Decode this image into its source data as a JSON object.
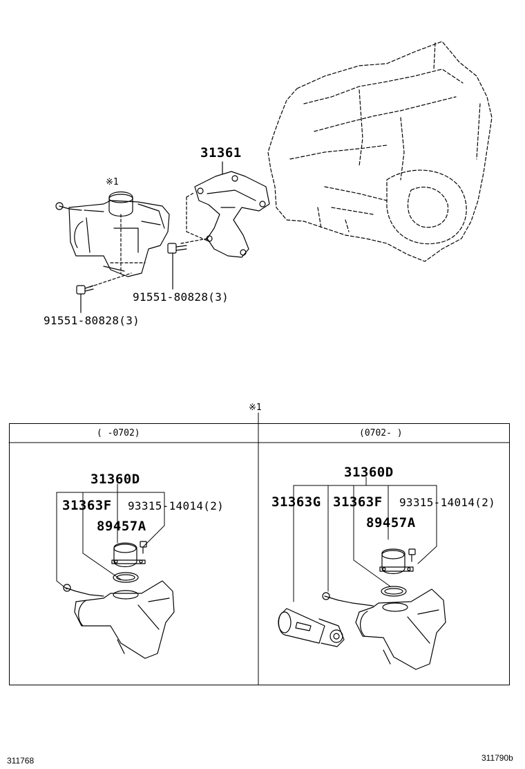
{
  "note_mark": "※1",
  "top": {
    "bracket_part": "31361",
    "bolt_right": "91551-80828(3)",
    "bolt_left": "91551-80828(3)",
    "note_mark": "※1"
  },
  "table": {
    "note_mark": "※1",
    "left_header": "(    -0702)",
    "right_header": "(0702-    )",
    "left": {
      "assembly": "31360D",
      "part_a": "31363F",
      "part_b": "93315-14014(2)",
      "part_c": "89457A"
    },
    "right": {
      "assembly": "31360D",
      "part_g": "31363G",
      "part_a": "31363F",
      "part_b": "93315-14014(2)",
      "part_c": "89457A"
    }
  },
  "footer": {
    "left_code": "311768",
    "right_code": "311790b"
  }
}
